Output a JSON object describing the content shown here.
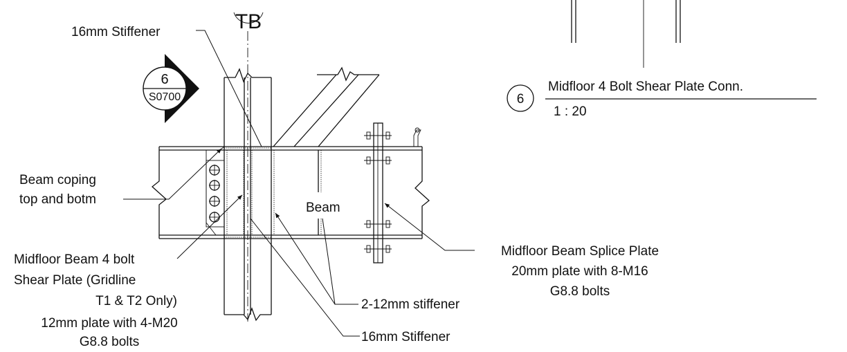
{
  "gridline": {
    "label": "TB"
  },
  "section_marker": {
    "number": "6",
    "sheet": "S0700"
  },
  "detail_title": {
    "number": "6",
    "title": "Midfloor 4 Bolt Shear Plate Conn.",
    "scale": "1 : 20"
  },
  "annotations": {
    "stiffener_top": "16mm Stiffener",
    "coping_line1": "Beam coping",
    "coping_line2": "top and botm",
    "beam": "Beam",
    "shear_plate_line1": "Midfloor Beam 4 bolt",
    "shear_plate_line2": "Shear Plate (Gridline",
    "shear_plate_line3": "T1 & T2 Only)",
    "shear_spec_line1": "12mm plate with 4-M20",
    "shear_spec_line2": "G8.8 bolts",
    "splice_line1": "Midfloor Beam Splice Plate",
    "splice_line2": "20mm plate with 8-M16",
    "splice_line3": "G8.8 bolts",
    "stiffener_pair": "2-12mm stiffener",
    "stiffener_bottom": "16mm Stiffener"
  }
}
